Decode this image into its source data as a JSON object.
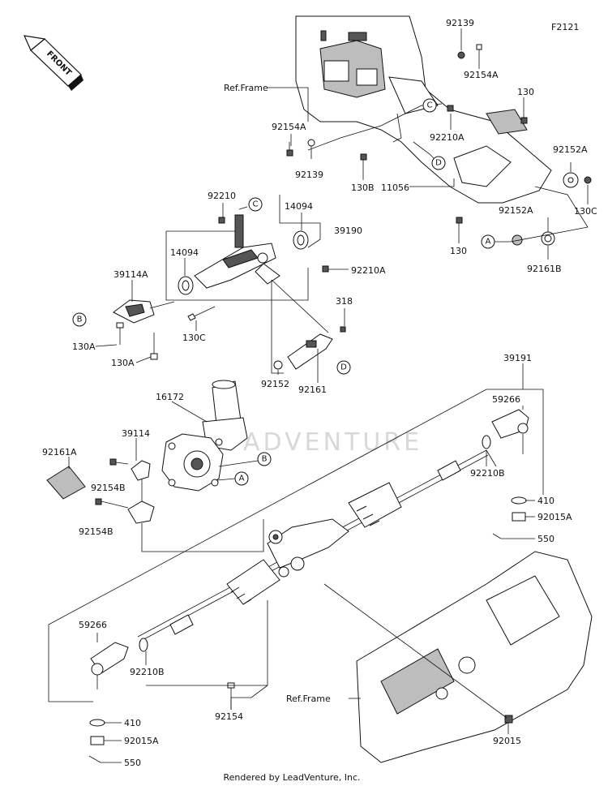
{
  "diagram": {
    "code": "F2121",
    "front_label": "FRONT",
    "watermark": "ADVENTURE",
    "footer": "Rendered by LeadVenture, Inc."
  },
  "labels": {
    "p92139_top": "92139",
    "p92154A_top": "92154A",
    "ref_frame_top": "Ref.Frame",
    "p130_top": "130",
    "p92154A_left": "92154A",
    "p92210A_top": "92210A",
    "p92152A_right": "92152A",
    "p92139_left": "92139",
    "p130B": "130B",
    "p11056": "11056",
    "p130C_right": "130C",
    "p92152A_mid": "92152A",
    "p130_mid": "130",
    "p92161B": "92161B",
    "p92210": "92210",
    "p14094_right": "14094",
    "p39190": "39190",
    "p14094_left": "14094",
    "p92210A_mid": "92210A",
    "p39114A": "39114A",
    "p318": "318",
    "p130A_1": "130A",
    "p130A_2": "130A",
    "p130C_mid": "130C",
    "p92152": "92152",
    "p92161": "92161",
    "p39191": "39191",
    "p16172": "16172",
    "p59266_right": "59266",
    "p39114": "39114",
    "p92161A": "92161A",
    "p92154B_1": "92154B",
    "p92154B_2": "92154B",
    "p92210B_right": "92210B",
    "p410_right": "410",
    "p92015A_right": "92015A",
    "p550_right": "550",
    "p59266_left": "59266",
    "p92210B_left": "92210B",
    "p92154": "92154",
    "ref_frame_bottom": "Ref.Frame",
    "p410_left": "410",
    "p92015A_left": "92015A",
    "p550_left": "550",
    "p92015": "92015"
  },
  "callouts": {
    "c1": "C",
    "c2": "D",
    "c3": "A",
    "c4": "C",
    "c5": "B",
    "c6": "D",
    "c7": "B",
    "c8": "A"
  }
}
